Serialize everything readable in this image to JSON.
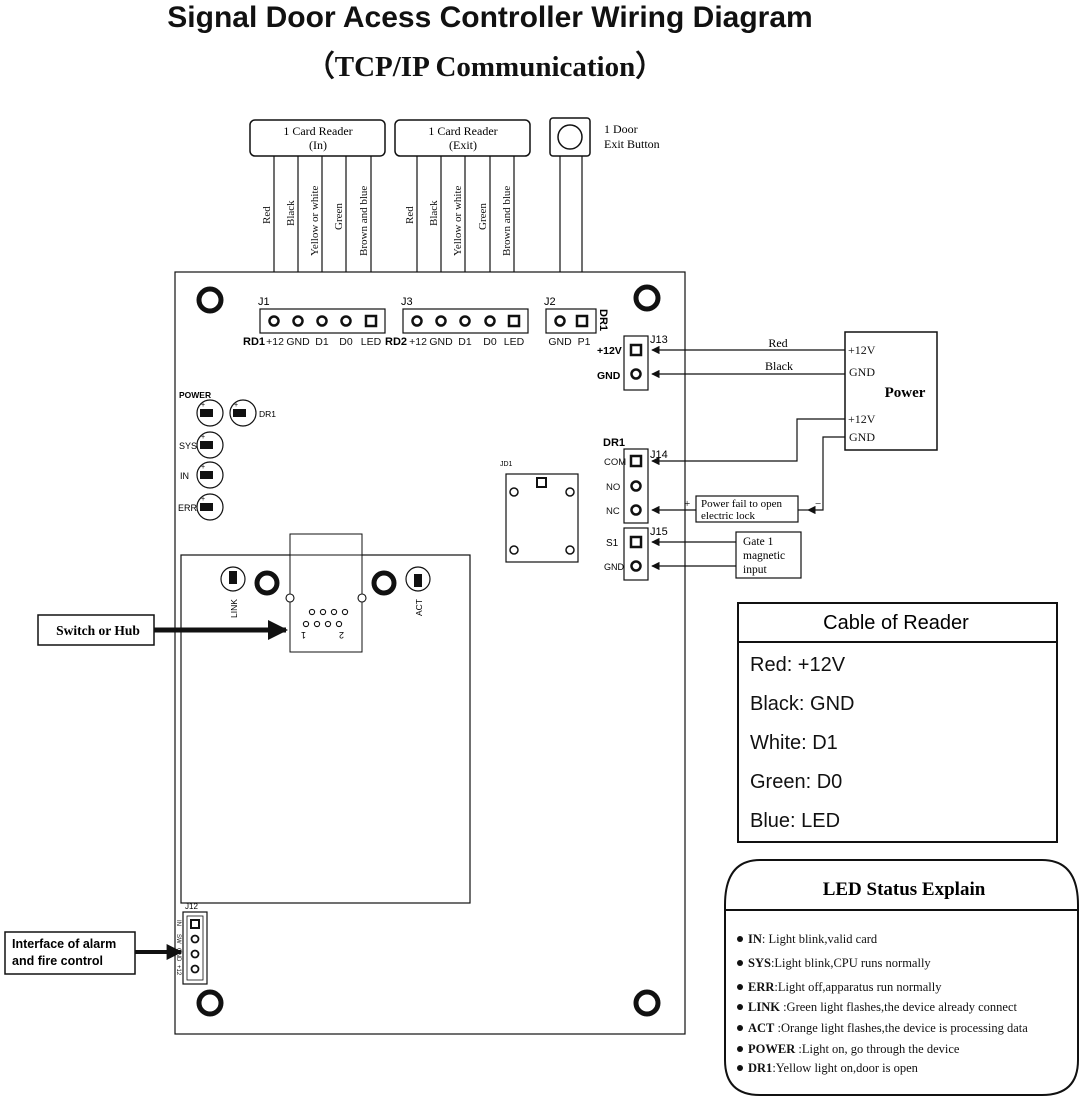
{
  "title": "Signal Door Acess Controller Wiring Diagram",
  "subtitle": "（TCP/IP  Communication）",
  "reader_in": {
    "line1": "1 Card Reader",
    "line2": "(In)"
  },
  "reader_exit": {
    "line1": "1 Card Reader",
    "line2": "(Exit)"
  },
  "exit_button": {
    "line1": "1 Door",
    "line2": "Exit Button"
  },
  "reader_wires": [
    "Red",
    "Black",
    "Yellow or white",
    "Green",
    "Brown and blue"
  ],
  "j1": {
    "name": "J1",
    "prefix": "RD1",
    "pins": [
      "+12",
      "GND",
      "D1",
      "D0",
      "LED"
    ]
  },
  "j3": {
    "name": "J3",
    "prefix": "RD2",
    "pins": [
      "+12",
      "GND",
      "D1",
      "D0",
      "LED"
    ]
  },
  "j2": {
    "name": "J2",
    "side": "DR1",
    "pins": [
      "GND",
      "P1"
    ]
  },
  "j13": {
    "name": "J13",
    "pins": [
      "+12V",
      "GND"
    ]
  },
  "j14": {
    "name": "J14",
    "label": "DR1",
    "pins": [
      "COM",
      "NO",
      "NC"
    ]
  },
  "j15": {
    "name": "J15",
    "pins": [
      "S1",
      "GND"
    ]
  },
  "jd1": "JD1",
  "j12": {
    "name": "J12",
    "pins": [
      "IN",
      "SW",
      "GND",
      "+12"
    ]
  },
  "power_box": {
    "pin1": "+12V",
    "pin2": "GND",
    "label": "Power",
    "pin3": "+12V",
    "pin4": "GND"
  },
  "wire_red": "Red",
  "wire_black": "Black",
  "lock_box": {
    "line1": "Power fail to open",
    "line2": "electric lock",
    "plus": "+",
    "minus": "−"
  },
  "gate_box": {
    "line1": "Gate 1",
    "line2": "magnetic",
    "line3": "input"
  },
  "leds": {
    "power": "POWER",
    "dr1": "DR1",
    "sys": "SYS",
    "in": "IN",
    "err": "ERR",
    "link": "LINK",
    "act": "ACT"
  },
  "rj45": {
    "pin1": "1",
    "pin2": "2"
  },
  "switch_label": "Switch or Hub",
  "alarm_label": {
    "line1": "Interface of alarm",
    "line2": "and fire control"
  },
  "cable_table": {
    "title": "Cable of Reader",
    "rows": [
      "Red: +12V",
      "Black: GND",
      "White: D1",
      "Green: D0",
      "Blue: LED"
    ]
  },
  "led_status": {
    "title": "LED Status Explain",
    "items": [
      {
        "key": "IN",
        "text": ": Light blink,valid card"
      },
      {
        "key": "SYS",
        "text": ":Light blink,CPU runs normally"
      },
      {
        "key": "ERR",
        "text": ":Light off,apparatus run normally"
      },
      {
        "key": "LINK",
        "text": " :Green light flashes,the device already connect"
      },
      {
        "key": "ACT",
        "text": " :Orange light flashes,the device is processing data"
      },
      {
        "key": "POWER",
        "text": " :Light on, go through the device"
      },
      {
        "key": "DR1",
        "text": ":Yellow light on,door is open"
      }
    ]
  },
  "colors": {
    "ink": "#111111",
    "background": "#ffffff"
  }
}
